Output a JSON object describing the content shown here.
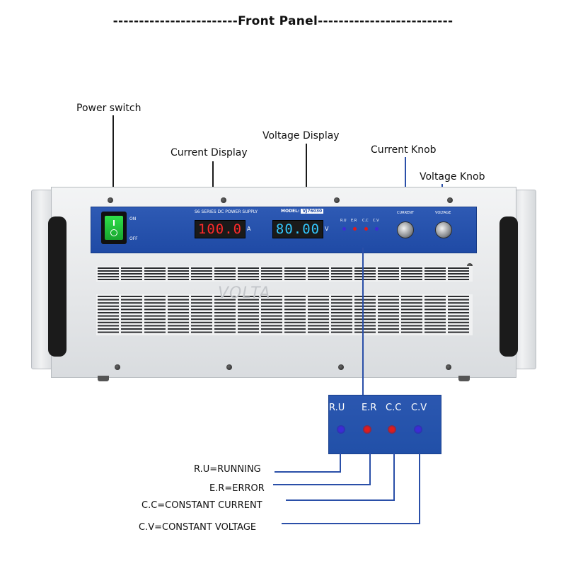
{
  "header": {
    "title": "------------------------Front Panel--------------------------"
  },
  "callouts": {
    "power_switch": "Power switch",
    "current_display": "Current Display",
    "voltage_display": "Voltage Display",
    "current_knob": "Current Knob",
    "voltage_knob": "Voltage Knob"
  },
  "panel": {
    "series_text": "S6 SERIES DC POWER SUPPLY",
    "model_label": "MODEL:",
    "model_value": "VJ76030",
    "switch_on": "ON",
    "switch_off": "OFF",
    "current_reading": "100.0",
    "current_unit": "A",
    "voltage_reading": "80.00",
    "voltage_unit": "V",
    "indicators": [
      "R.U",
      "E.R",
      "C.C",
      "C.V"
    ],
    "knob_current_label": "CURRENT",
    "knob_voltage_label": "VOLTAGE",
    "watermark": "VOLTA"
  },
  "indicator_zoom": {
    "labels": [
      "R.U",
      "E.R",
      "C.C",
      "C.V"
    ],
    "led_colors": [
      "#3d2bd6",
      "#e01b1b",
      "#e01b1b",
      "#3d2bd6"
    ]
  },
  "legend": [
    "R.U=RUNNING",
    "E.R=ERROR",
    "C.C=CONSTANT CURRENT",
    "C.V=CONSTANT VOLTAGE"
  ],
  "colors": {
    "panel_blue": "#1f4aa5",
    "current_digits": "#ff2a2a",
    "voltage_digits": "#33c8ff",
    "switch_green": "#22c23a"
  }
}
